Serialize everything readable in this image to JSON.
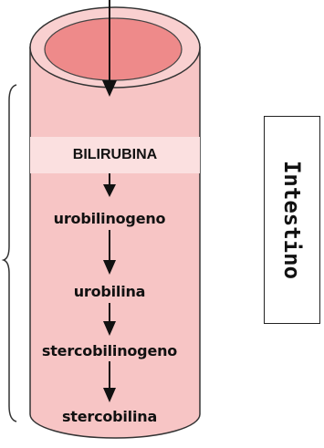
{
  "diagram": {
    "start_label": "BILIRUBINA",
    "steps": [
      "urobilinogeno",
      "urobilina",
      "stercobilinogeno",
      "stercobilina"
    ],
    "side_label": "Intestino",
    "colors": {
      "tube_fill": "#f7c5c5",
      "lumen_fill": "#ee8a8a",
      "outline": "#333333",
      "arrow": "#111111",
      "label_band": "#fbe0e0"
    }
  }
}
